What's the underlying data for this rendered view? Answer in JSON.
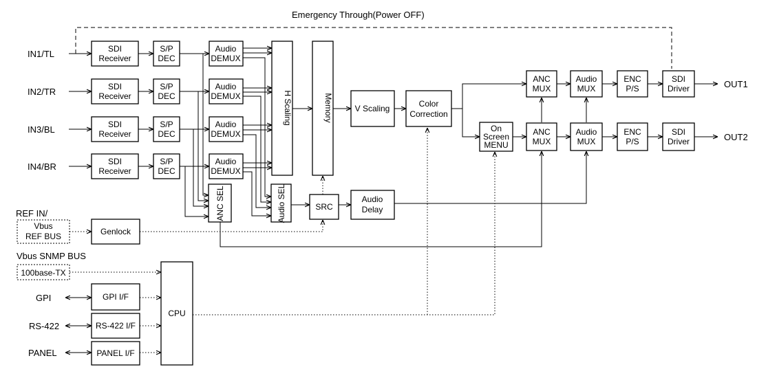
{
  "inputs": [
    "IN1/TL",
    "IN2/TR",
    "IN3/BL",
    "IN4/BR"
  ],
  "outputs": [
    "OUT1",
    "OUT2"
  ],
  "emergency_label": "Emergency Through(Power OFF)",
  "sdi_receiver": [
    "SDI",
    "Receiver"
  ],
  "sp_dec": [
    "S/P",
    "DEC"
  ],
  "audio_demux": [
    "Audio",
    "DEMUX"
  ],
  "h_scaling": "H Scaling",
  "memory": "Memory",
  "v_scaling": "V Scaling",
  "color_correction": [
    "Color",
    "Correction"
  ],
  "anc_mux": [
    "ANC",
    "MUX"
  ],
  "audio_mux": [
    "Audio",
    "MUX"
  ],
  "enc_ps": [
    "ENC",
    "P/S"
  ],
  "sdi_driver": [
    "SDI",
    "Driver"
  ],
  "on_screen_menu": [
    "On",
    "Screen",
    "MENU"
  ],
  "anc_sel": "ANC SEL",
  "audio_sel": "Audio SEL",
  "src": "SRC",
  "audio_delay": [
    "Audio",
    "Delay"
  ],
  "genlock": "Genlock",
  "ref_in": [
    "REF IN/",
    "Vbus",
    "REF BUS"
  ],
  "snmp_label": "Vbus SNMP BUS",
  "ethernet": "100base-TX",
  "gpi": {
    "label": "GPI",
    "block": "GPI  I/F"
  },
  "rs422": {
    "label": "RS-422",
    "block": "RS-422 I/F"
  },
  "panel": {
    "label": "PANEL",
    "block": "PANEL I/F"
  },
  "cpu": "CPU"
}
